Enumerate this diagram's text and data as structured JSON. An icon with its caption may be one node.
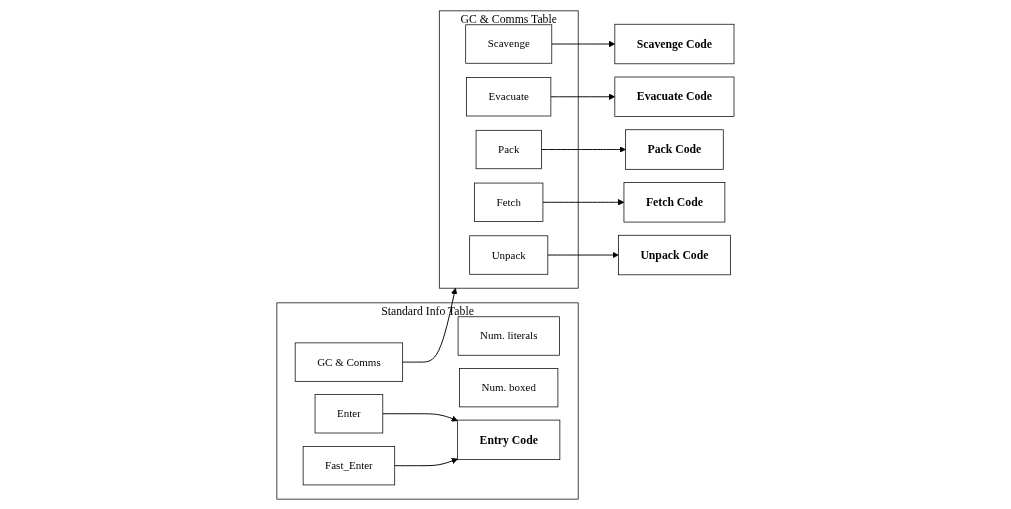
{
  "diagram": {
    "nodes": [
      {
        "text": [
          "Standard Info Table"
        ]
      },
      {
        "text": [
          "Enter"
        ],
        "in": 0
      },
      {
        "text": [
          "Fast_Enter"
        ],
        "in": 0
      },
      {
        "text": [
          "GC & Comms"
        ],
        "in": 0
      },
      {
        "text": [
          "Num. literals"
        ],
        "in": 0
      },
      {
        "text": [
          "Num. boxed"
        ],
        "in": 0
      },
      {
        "text": [
          "Entry Code"
        ],
        "in": 0
      },
      {
        "text": [
          "GC & Comms Table"
        ]
      },
      {
        "text": [
          "Scavenge"
        ],
        "in": 7
      },
      {
        "text": [
          "Evacuate"
        ],
        "in": 7
      },
      {
        "text": [
          "Pack"
        ],
        "in": 7
      },
      {
        "text": [
          "Fetch"
        ],
        "in": 7
      },
      {
        "text": [
          "Unpack"
        ],
        "in": 7
      },
      {
        "text": [
          "Scavenge Code"
        ]
      },
      {
        "text": [
          "Evacuate Code"
        ]
      },
      {
        "text": [
          "Pack Code"
        ]
      },
      {
        "text": [
          "Fetch Code"
        ]
      },
      {
        "text": [
          "Unpack Code"
        ]
      }
    ],
    "edges": [
      {
        "from": 1,
        "to": 6,
        "arrow": "to"
      },
      {
        "from": 2,
        "to": 6,
        "arrow": "to"
      },
      {
        "from": 3,
        "to": 7,
        "arrow": "to"
      },
      {
        "from": 8,
        "to": 13,
        "arrow": "to"
      },
      {
        "from": 9,
        "to": 14,
        "arrow": "to"
      },
      {
        "from": 10,
        "to": 15,
        "arrow": "to"
      },
      {
        "from": 11,
        "to": 16,
        "arrow": "to"
      },
      {
        "from": 12,
        "to": 17,
        "arrow": "to"
      }
    ]
  }
}
